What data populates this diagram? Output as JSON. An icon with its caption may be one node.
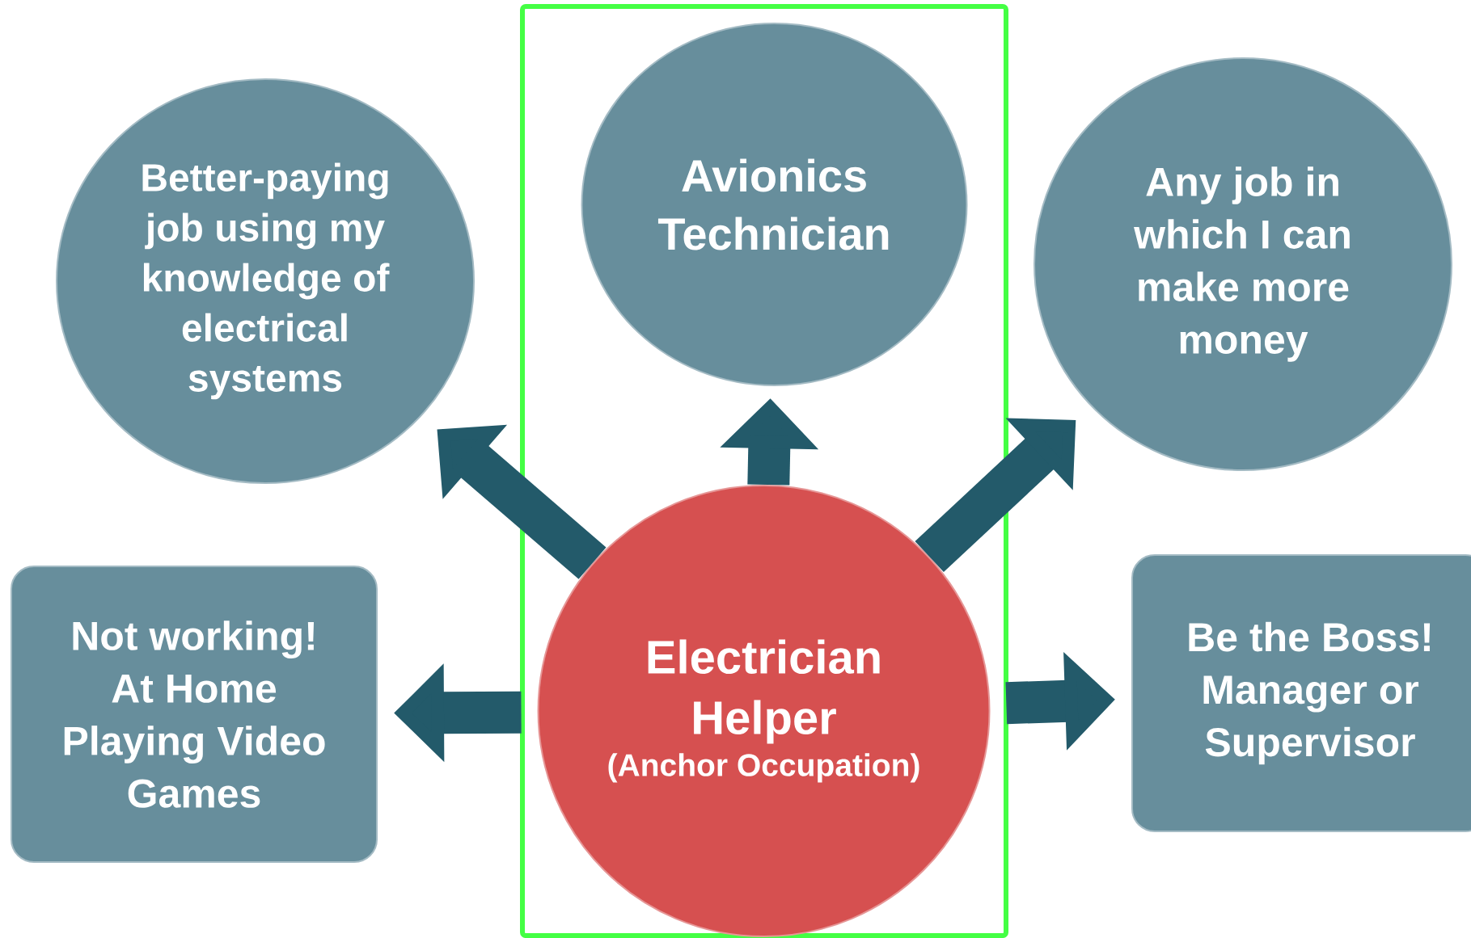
{
  "diagram": {
    "nodes": [
      {
        "text": [],
        "shape": "box"
      },
      {
        "text": [
          "Better-paying job using my knowledge of electrical systems"
        ]
      },
      {
        "text": [
          "Avionics Technician"
        ],
        "in": 0
      },
      {
        "text": [
          "Any job in which I can make more money"
        ]
      },
      {
        "text": [
          "Not working! At Home Playing Video Games"
        ]
      },
      {
        "text": [
          "Electrician Helper",
          "(Anchor Occupation)"
        ],
        "in": 0
      },
      {
        "text": [
          "Be the Boss! Manager or Supervisor"
        ]
      }
    ],
    "edges": [
      {
        "from": 5,
        "to": 1,
        "arrow": "to"
      },
      {
        "from": 5,
        "to": 2,
        "arrow": "to"
      },
      {
        "from": 5,
        "to": 3,
        "arrow": "to"
      },
      {
        "from": 5,
        "to": 4,
        "arrow": "to"
      },
      {
        "from": 5,
        "to": 6,
        "arrow": "to"
      }
    ]
  }
}
